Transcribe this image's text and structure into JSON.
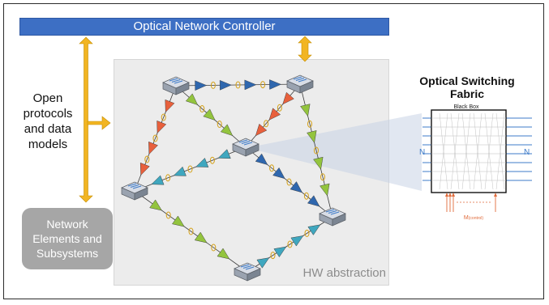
{
  "controller": {
    "label": "Optical Network Controller"
  },
  "left_panel": {
    "open_protocols_label": "Open protocols and data models",
    "network_elements_label": "Network Elements and Subsystems"
  },
  "network": {
    "hw_abstraction_label": "HW abstraction",
    "icons": [
      "switch-icon",
      "amplifier-triangle-icon",
      "coil-icon",
      "double-arrow-icon"
    ],
    "colors": {
      "blue": "#2f67ae",
      "red": "#e8603c",
      "green": "#93c43e",
      "teal": "#3fa7bf",
      "arrow": "#f2b522",
      "controller": "#3d6fc4"
    }
  },
  "switching_fabric": {
    "title": "Optical Switching Fabric",
    "box_label": "Black Box",
    "n_left": "N",
    "n_right": "N",
    "m_label": "M",
    "m_sub": "(control)"
  }
}
